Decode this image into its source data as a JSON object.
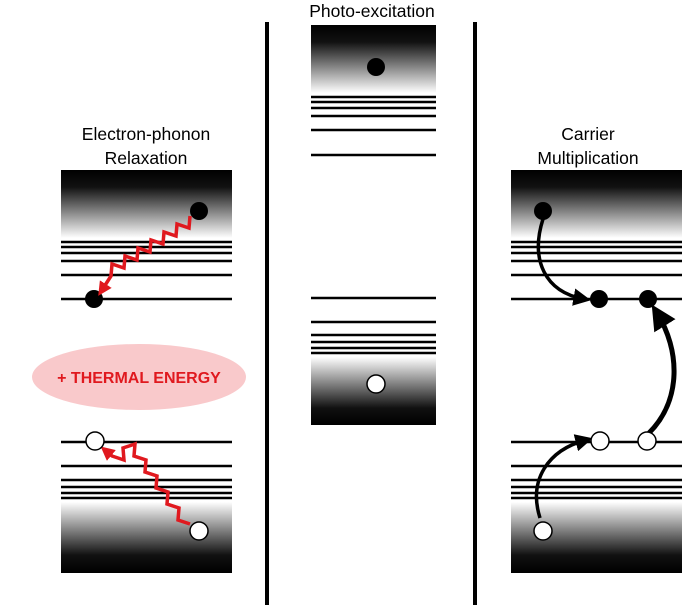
{
  "panels": {
    "left": {
      "title_line1": "Electron-phonon",
      "title_line2": "Relaxation"
    },
    "middle": {
      "title": "Photo-excitation"
    },
    "right": {
      "title_line1": "Carrier",
      "title_line2": "Multiplication"
    }
  },
  "thermal_label": "+ THERMAL ENERGY",
  "colors": {
    "arrow_red": "#e0191f",
    "thermal_bg": "#f9c9cb",
    "line": "#000000"
  }
}
